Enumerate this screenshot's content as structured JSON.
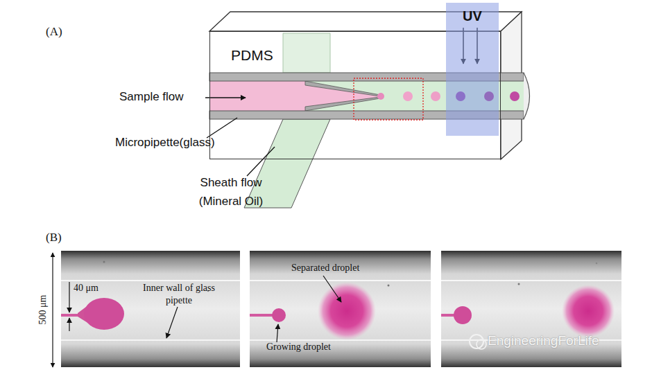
{
  "diagram": {
    "nodes": [
      {
        "text": [
          "PDMS"
        ]
      },
      {
        "text": [
          "UV"
        ]
      }
    ],
    "labels": [
      "(A)",
      "Sample flow",
      "Micropipette(glass)",
      "Sheath flow (Mineral Oil)",
      "(B)",
      "500 μm",
      "40 μm",
      "Inner wall of glass pipette",
      "Separated droplet",
      "Growing droplet",
      "EngineeringForLife"
    ]
  }
}
